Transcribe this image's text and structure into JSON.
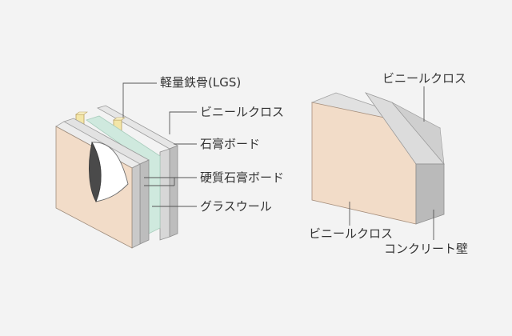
{
  "left_diagram": {
    "labels": {
      "lgs": "軽量鉄骨(LGS)",
      "vinyl_cloth": "ビニールクロス",
      "gypsum_board": "石膏ボード",
      "hard_gypsum_board": "硬質石膏ボード",
      "glass_wool": "グラスウール"
    }
  },
  "right_diagram": {
    "labels": {
      "vinyl_cloth_top": "ビニールクロス",
      "vinyl_cloth_bottom": "ビニールクロス",
      "concrete_wall": "コンクリート壁"
    }
  },
  "colors": {
    "background": "#f3f3f3",
    "wallpaper": "#f2dcc8",
    "board_gray": "#bdbdbd",
    "board_light": "#e2e2e2",
    "glass_wool": "#cfe9de",
    "stud": "#f3e6a8",
    "leader_line": "#555555",
    "text": "#333333"
  }
}
